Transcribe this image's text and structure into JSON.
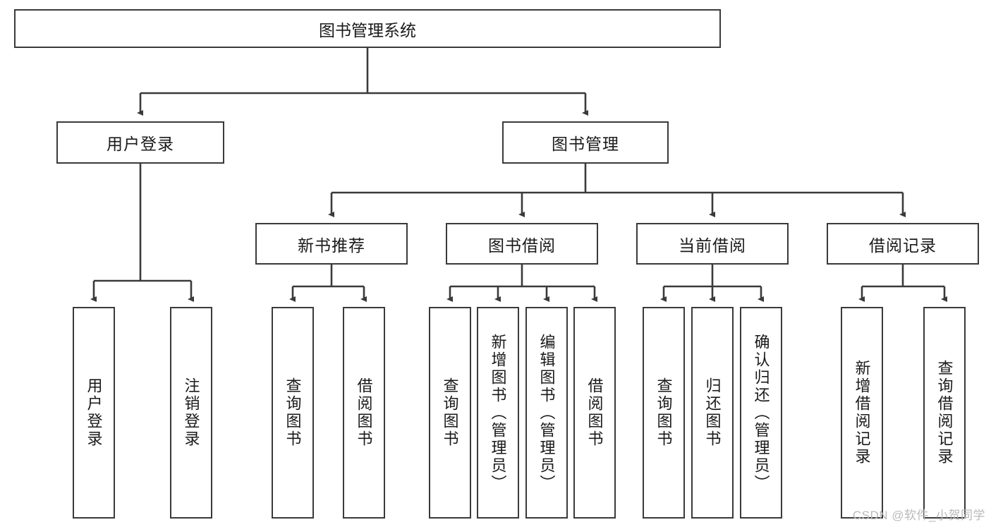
{
  "diagram": {
    "title": "图书管理系统",
    "type": "tree",
    "root": {
      "label": "图书管理系统"
    },
    "level1": [
      {
        "id": "user-login",
        "label": "用户登录"
      },
      {
        "id": "book-management",
        "label": "图书管理"
      }
    ],
    "level2": [
      {
        "id": "new-book-recommend",
        "label": "新书推荐",
        "parent": "book-management"
      },
      {
        "id": "book-borrow",
        "label": "图书借阅",
        "parent": "book-management"
      },
      {
        "id": "current-borrow",
        "label": "当前借阅",
        "parent": "book-management"
      },
      {
        "id": "borrow-record",
        "label": "借阅记录",
        "parent": "book-management"
      }
    ],
    "leaves": {
      "user_login": [
        {
          "id": "leaf-user-login",
          "label": "用户登录"
        },
        {
          "id": "leaf-user-logout",
          "label": "注销登录"
        }
      ],
      "new_book_recommend": [
        {
          "id": "leaf-query-book-1",
          "label": "查询图书"
        },
        {
          "id": "leaf-borrow-book-1",
          "label": "借阅图书"
        }
      ],
      "book_borrow": [
        {
          "id": "leaf-query-book-2",
          "label": "查询图书"
        },
        {
          "id": "leaf-add-book",
          "label": "新增图书（管理员）"
        },
        {
          "id": "leaf-edit-book",
          "label": "编辑图书（管理员）"
        },
        {
          "id": "leaf-borrow-book-2",
          "label": "借阅图书"
        }
      ],
      "current_borrow": [
        {
          "id": "leaf-query-book-3",
          "label": "查询图书"
        },
        {
          "id": "leaf-return-book",
          "label": "归还图书"
        },
        {
          "id": "leaf-confirm-return",
          "label": "确认归还（管理员）"
        }
      ],
      "borrow_record": [
        {
          "id": "leaf-add-record",
          "label": "新增借阅记录"
        },
        {
          "id": "leaf-query-record",
          "label": "查询借阅记录"
        }
      ]
    }
  },
  "watermark": {
    "text": "CSDN @软件_小贺同学"
  },
  "colors": {
    "stroke": "#3a3a3a",
    "text": "#1a1a1a",
    "background": "#ffffff",
    "watermark": "#b9b9b9"
  }
}
